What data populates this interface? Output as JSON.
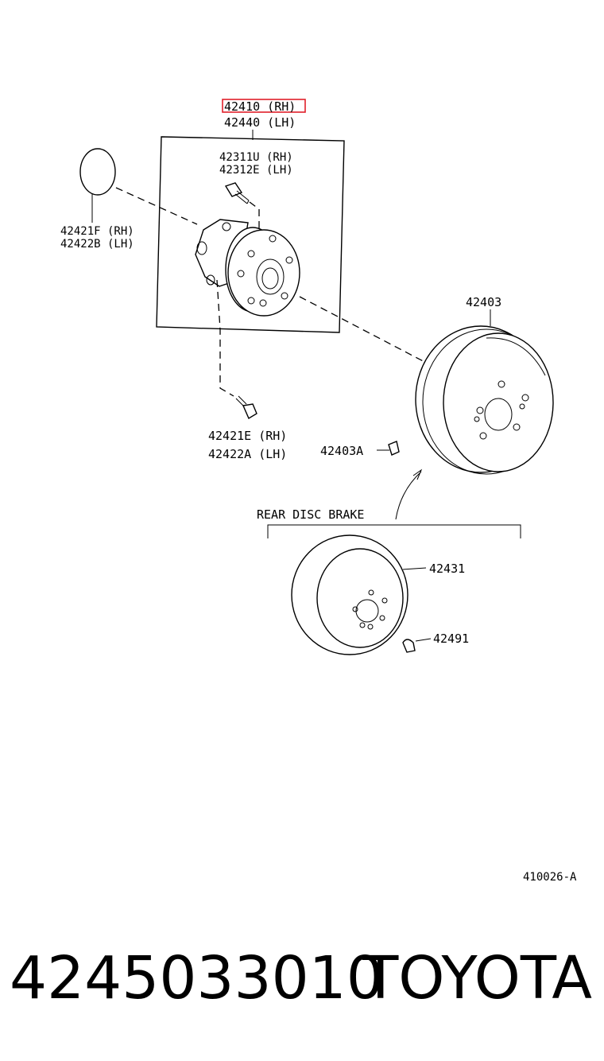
{
  "diagram": {
    "labels": {
      "hub_rh": "42410 (RH)",
      "hub_lh": "42440 (LH)",
      "bolt_rh": "42311U (RH)",
      "bolt_lh": "42312E (LH)",
      "cap_rh": "42421F (RH)",
      "cap_lh": "42422B (LH)",
      "drum": "42403",
      "mount_bolt_rh": "42421E (RH)",
      "mount_bolt_lh": "42422A (LH)",
      "clip": "42403A",
      "rear_disc_brake": "REAR DISC BRAKE",
      "disc": "42431",
      "plug": "42491",
      "figure_code": "410026-A"
    },
    "highlight_color": "#e0202a"
  },
  "footer": {
    "part_number": "4245033010",
    "brand": "TOYOTA"
  }
}
